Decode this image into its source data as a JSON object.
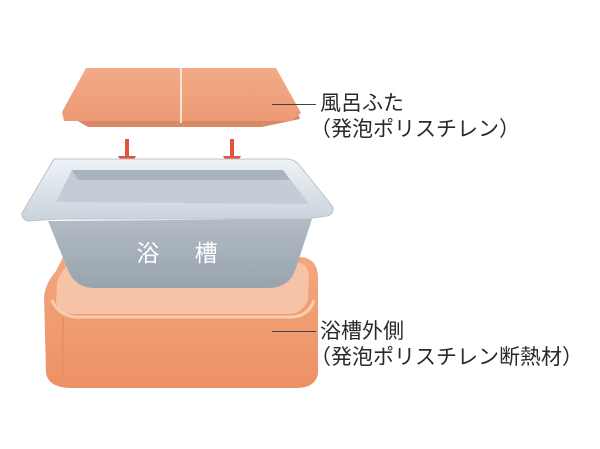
{
  "colors": {
    "lid": "#f0a07c",
    "lid_edge": "#d98966",
    "arrow": "#e0553b",
    "tub_rim": "#dfe7ee",
    "tub_body": "#a3adb7",
    "insulation_outer": "#f09d72",
    "insulation_inner": "#f6c3a6",
    "leader": "#444444"
  },
  "lid": {
    "label_line1": "風呂ふた",
    "label_line2": "（発泡ポリスチレン）"
  },
  "bathtub": {
    "label": "浴 槽"
  },
  "insulation": {
    "label_line1": "浴槽外側",
    "label_line2": "（発泡ポリスチレン断熱材）"
  }
}
